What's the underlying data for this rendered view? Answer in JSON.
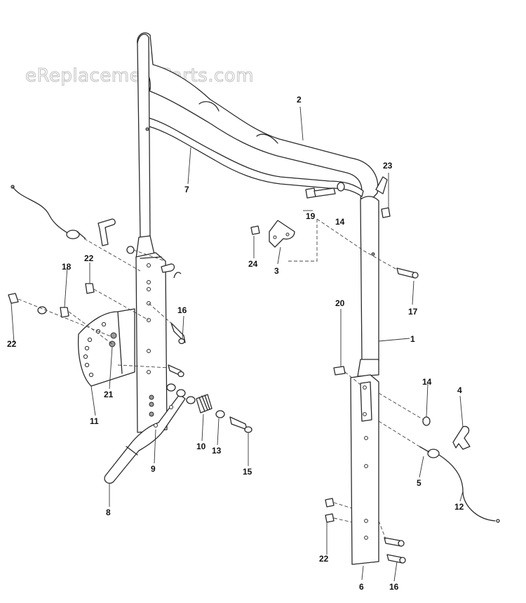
{
  "watermark": "eReplacementParts.com",
  "callouts": [
    {
      "label": "1"
    },
    {
      "label": "2"
    },
    {
      "label": "3"
    },
    {
      "label": "4"
    },
    {
      "label": "5"
    },
    {
      "label": "6"
    },
    {
      "label": "7"
    },
    {
      "label": "8"
    },
    {
      "label": "9"
    },
    {
      "label": "10"
    },
    {
      "label": "11"
    },
    {
      "label": "12"
    },
    {
      "label": "13"
    },
    {
      "label": "14"
    },
    {
      "label": "14"
    },
    {
      "label": "15"
    },
    {
      "label": "16"
    },
    {
      "label": "16"
    },
    {
      "label": "17"
    },
    {
      "label": "18"
    },
    {
      "label": "19"
    },
    {
      "label": "20"
    },
    {
      "label": "21"
    },
    {
      "label": "22"
    },
    {
      "label": "22"
    },
    {
      "label": "22"
    },
    {
      "label": "23"
    },
    {
      "label": "24"
    }
  ],
  "colors": {
    "line": "#2a2a2a",
    "watermark": "#c4c4c4",
    "background": "#ffffff"
  }
}
